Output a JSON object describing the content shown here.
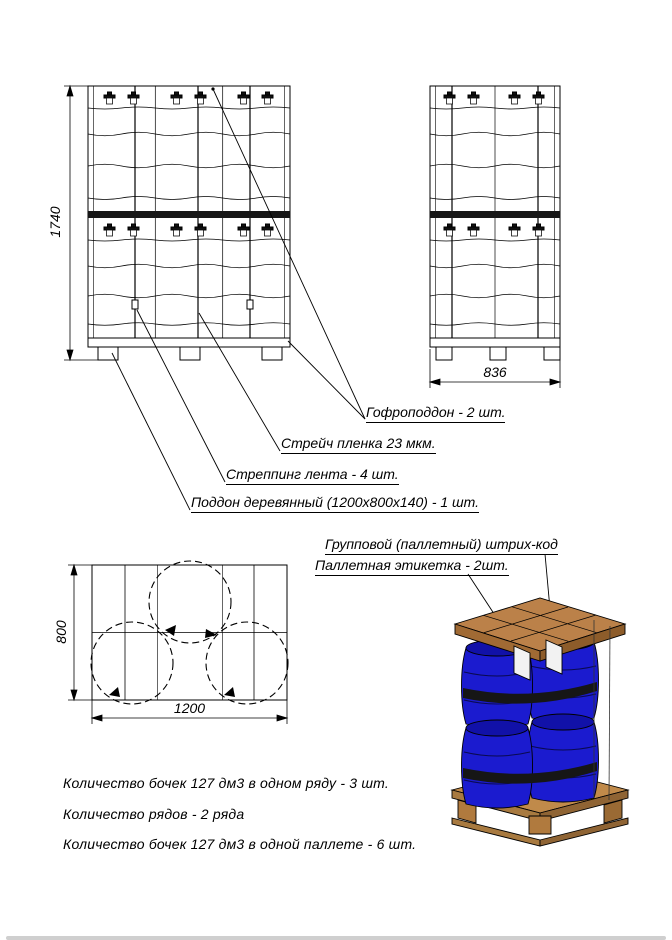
{
  "dims": {
    "front_height": "1740",
    "side_width": "836",
    "top_height": "800",
    "top_width": "1200"
  },
  "callouts": {
    "gofro": "Гофроподдон - 2 шт.",
    "stretch": "Стрейч пленка 23 мкм.",
    "strapping": "Стреппинг лента - 4 шт.",
    "wood_pallet": "Поддон деревянный (1200х800х140) - 1 шт.",
    "barcode": "Групповой (паллетный) штрих-код",
    "pallet_label": "Паллетная этикетка - 2шт."
  },
  "notes": [
    "Количество бочек 127 дм3 в одном ряду - 3 шт.",
    "Количество рядов - 2 ряда",
    "Количество бочек 127 дм3 в одной паллете - 6 шт."
  ],
  "colors": {
    "line": "#000000",
    "barrel_blue": "#1b1bcf",
    "barrel_top": "#1111a8",
    "pallet_wood": "#bb8149",
    "strap_band": "#161616",
    "label_plate": "#f2f2f2"
  }
}
